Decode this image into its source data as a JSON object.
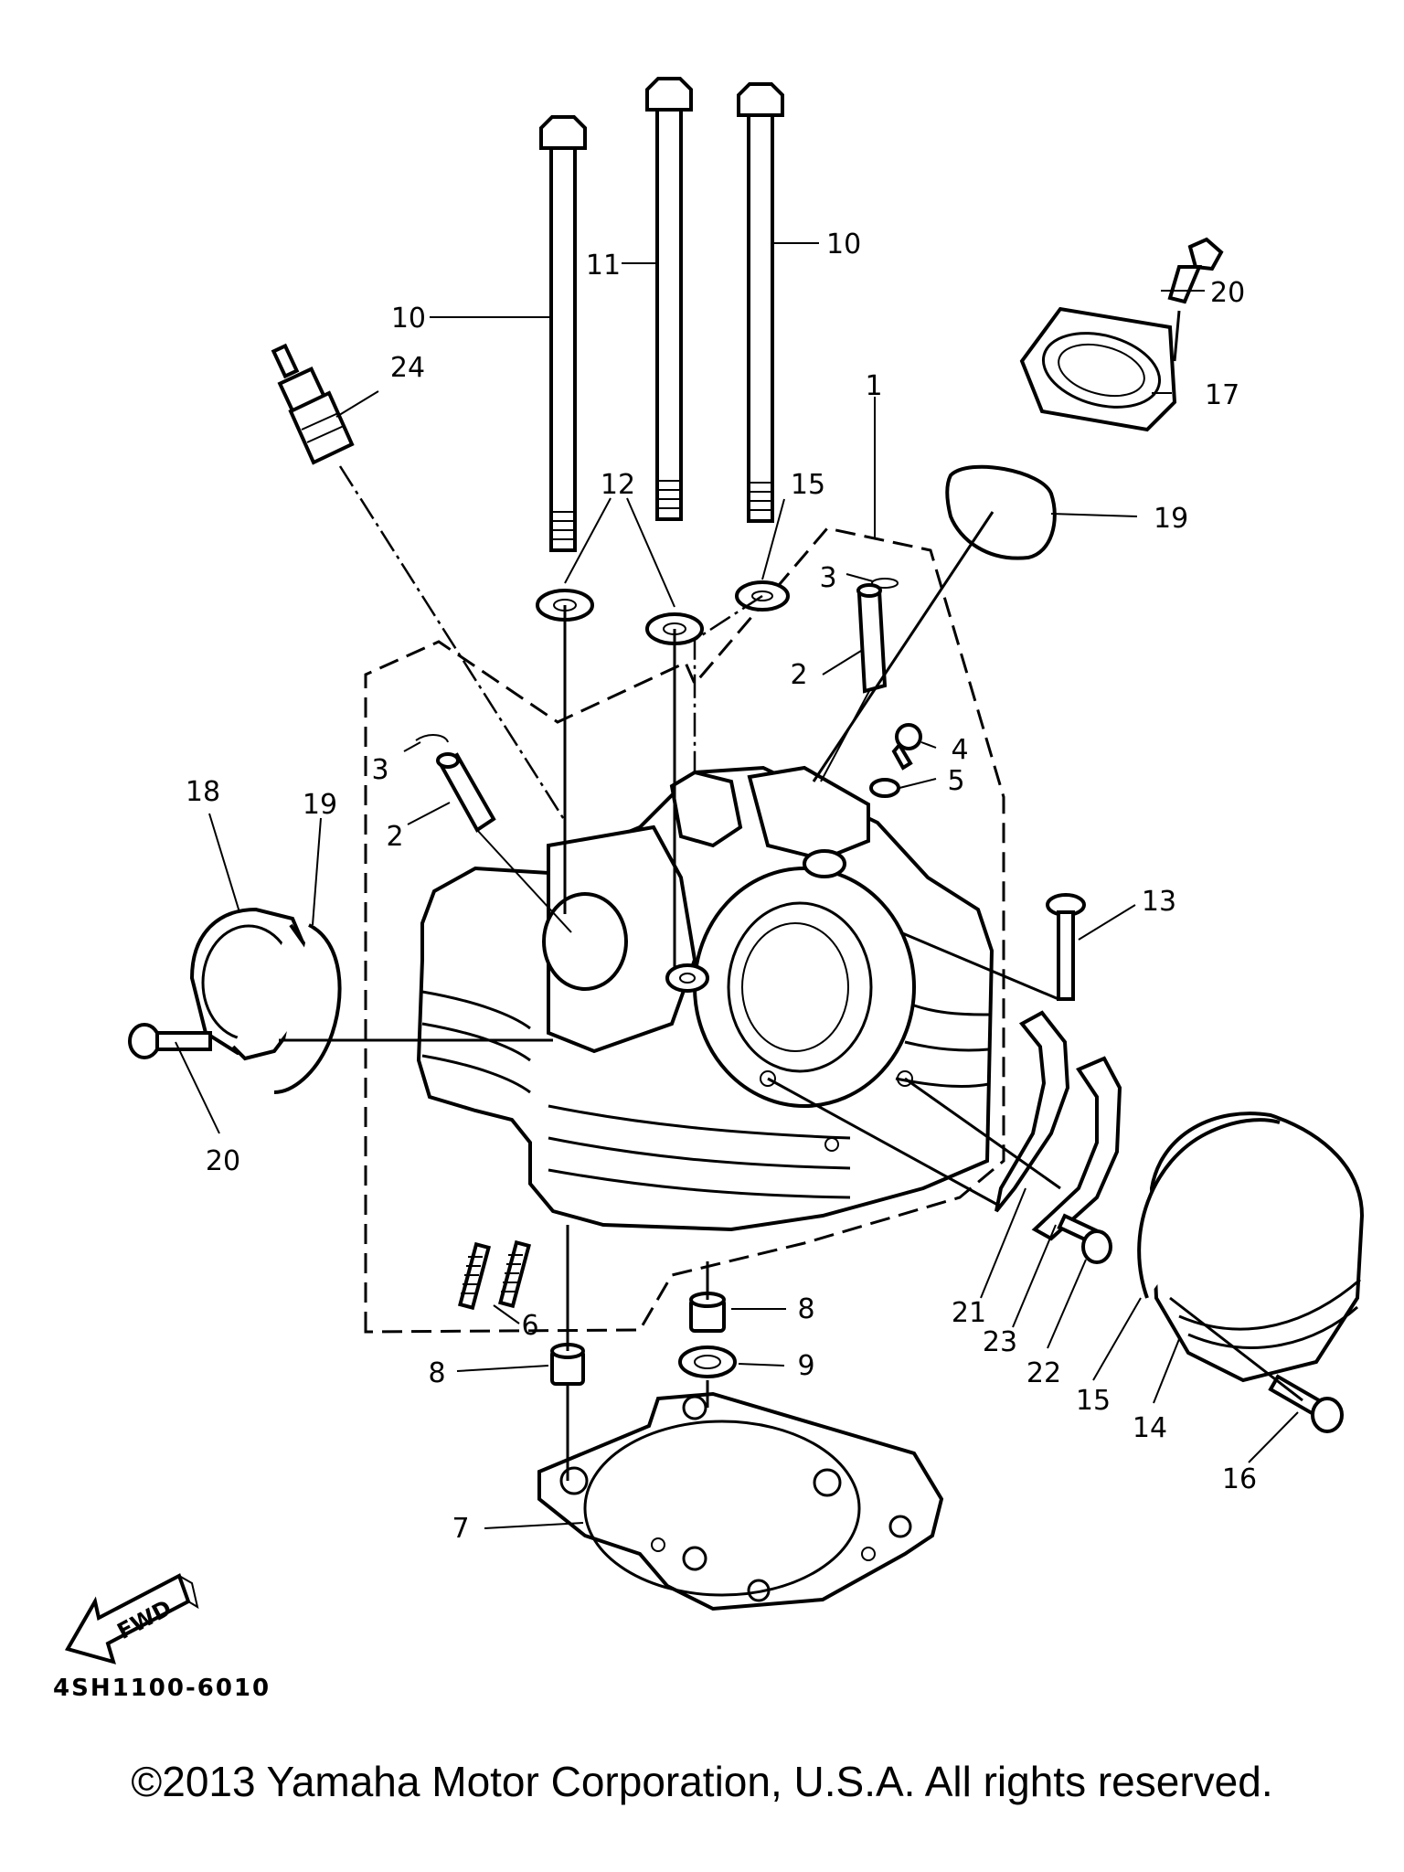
{
  "diagram": {
    "callouts": [
      {
        "id": "c1",
        "text": "1"
      },
      {
        "id": "c2a",
        "text": "2"
      },
      {
        "id": "c2b",
        "text": "2"
      },
      {
        "id": "c3a",
        "text": "3"
      },
      {
        "id": "c3b",
        "text": "3"
      },
      {
        "id": "c4",
        "text": "4"
      },
      {
        "id": "c5",
        "text": "5"
      },
      {
        "id": "c6",
        "text": "6"
      },
      {
        "id": "c7",
        "text": "7"
      },
      {
        "id": "c8a",
        "text": "8"
      },
      {
        "id": "c8b",
        "text": "8"
      },
      {
        "id": "c9",
        "text": "9"
      },
      {
        "id": "c10a",
        "text": "10"
      },
      {
        "id": "c10b",
        "text": "10"
      },
      {
        "id": "c11",
        "text": "11"
      },
      {
        "id": "c12",
        "text": "12"
      },
      {
        "id": "c13",
        "text": "13"
      },
      {
        "id": "c14",
        "text": "14"
      },
      {
        "id": "c15a",
        "text": "15"
      },
      {
        "id": "c15b",
        "text": "15"
      },
      {
        "id": "c16",
        "text": "16"
      },
      {
        "id": "c17",
        "text": "17"
      },
      {
        "id": "c18",
        "text": "18"
      },
      {
        "id": "c19a",
        "text": "19"
      },
      {
        "id": "c19b",
        "text": "19"
      },
      {
        "id": "c20a",
        "text": "20"
      },
      {
        "id": "c20b",
        "text": "20"
      },
      {
        "id": "c21",
        "text": "21"
      },
      {
        "id": "c22",
        "text": "22"
      },
      {
        "id": "c23",
        "text": "23"
      },
      {
        "id": "c24",
        "text": "24"
      }
    ],
    "fwd_label": "FWD",
    "drawing_code": "4SH1100-6010"
  },
  "footer": {
    "copyright": "©2013 Yamaha Motor Corporation, U.S.A. All rights reserved."
  }
}
